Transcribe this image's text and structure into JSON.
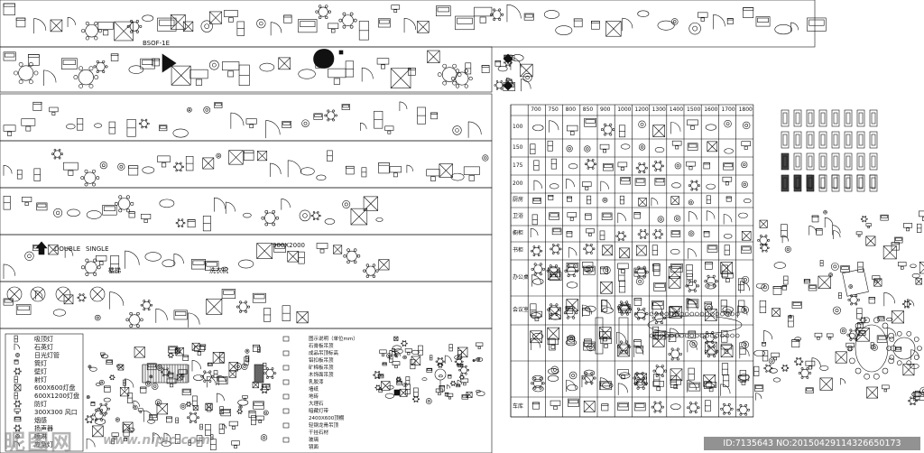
{
  "grid": {
    "columns": [
      "700",
      "750",
      "800",
      "850",
      "900",
      "1000",
      "1200",
      "1300",
      "1400",
      "1500",
      "1600",
      "1700",
      "1800"
    ],
    "rows": [
      "100",
      "150",
      "175",
      "200",
      "厨房",
      "卫浴",
      "橱柜",
      "书柜",
      "办公桌",
      "会议室",
      "",
      "",
      "车库"
    ]
  },
  "legend": {
    "items": [
      "吸顶灯",
      "石英灯",
      "日光灯管",
      "筒灯",
      "壁灯",
      "射灯",
      "600X600灯盘",
      "600X1200灯盘",
      "防灯",
      "300X300 风口",
      "烟感",
      "扬声器",
      "喷淋",
      "应急灯"
    ]
  },
  "notes": {
    "lines": [
      "图示说明（单位mm）",
      "石膏板吊顶",
      "成品吊顶标高",
      "铝扣板吊顶",
      "矿棉板吊顶",
      "木饰面吊顶",
      "乳胶漆",
      "墙纸",
      "地砖",
      "大理石",
      "暗藏灯带",
      "2400X600顶棚",
      "轻钢龙骨吊顶",
      "干挂石材",
      "玻璃",
      "镜面"
    ]
  },
  "block_labels": {
    "a": "BSOF-1E",
    "b": "DOUBLE",
    "c": "SINGLE",
    "d": "900X2000",
    "e": "楼梯",
    "f": "洗衣机"
  },
  "watermark": {
    "logo": "昵图网",
    "site": "www.nipic.com",
    "id_text": "ID:7135643 NO:20150429114326650173"
  }
}
